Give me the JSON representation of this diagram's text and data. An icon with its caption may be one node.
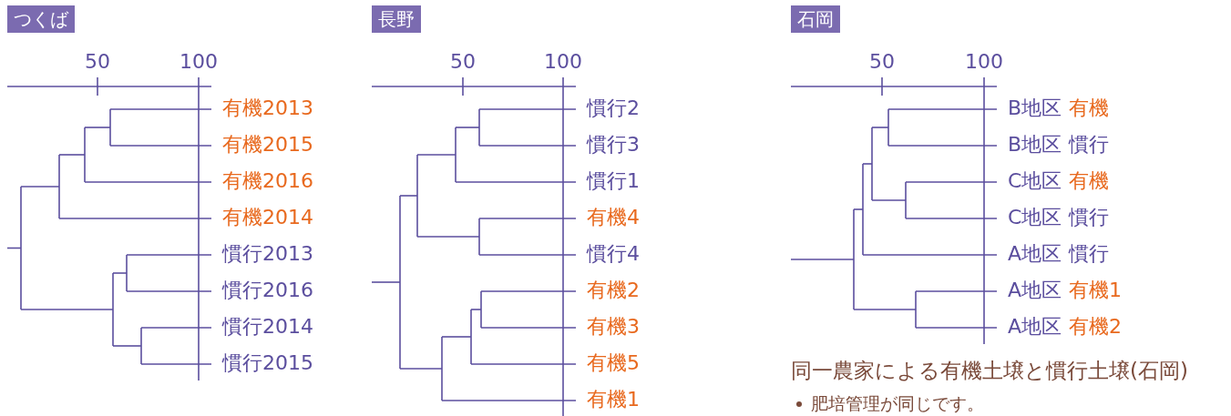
{
  "diagram": {
    "nodes": [
      {
        "text": [
          "つくば"
        ]
      },
      {
        "text": [
          "長野"
        ]
      },
      {
        "text": [
          "石岡"
        ]
      }
    ],
    "labels": [
      "50",
      "100",
      "有機2013",
      "有機2015",
      "有機2016",
      "有機2014",
      "慣行2013",
      "慣行2016",
      "慣行2014",
      "慣行2015",
      "50",
      "100",
      "慣行2",
      "慣行3",
      "慣行1",
      "有機4",
      "慣行4",
      "有機2",
      "有機3",
      "有機5",
      "有機1",
      "50",
      "100",
      "B地区",
      "有機",
      "B地区",
      "慣行",
      "C地区",
      "有機",
      "C地区",
      "慣行",
      "A地区",
      "慣行",
      "A地区",
      "有機1",
      "A地区",
      "有機2",
      "同一農家による有機土壌と慣行土壌(石岡)",
      "肥培管理が同じです。"
    ]
  }
}
